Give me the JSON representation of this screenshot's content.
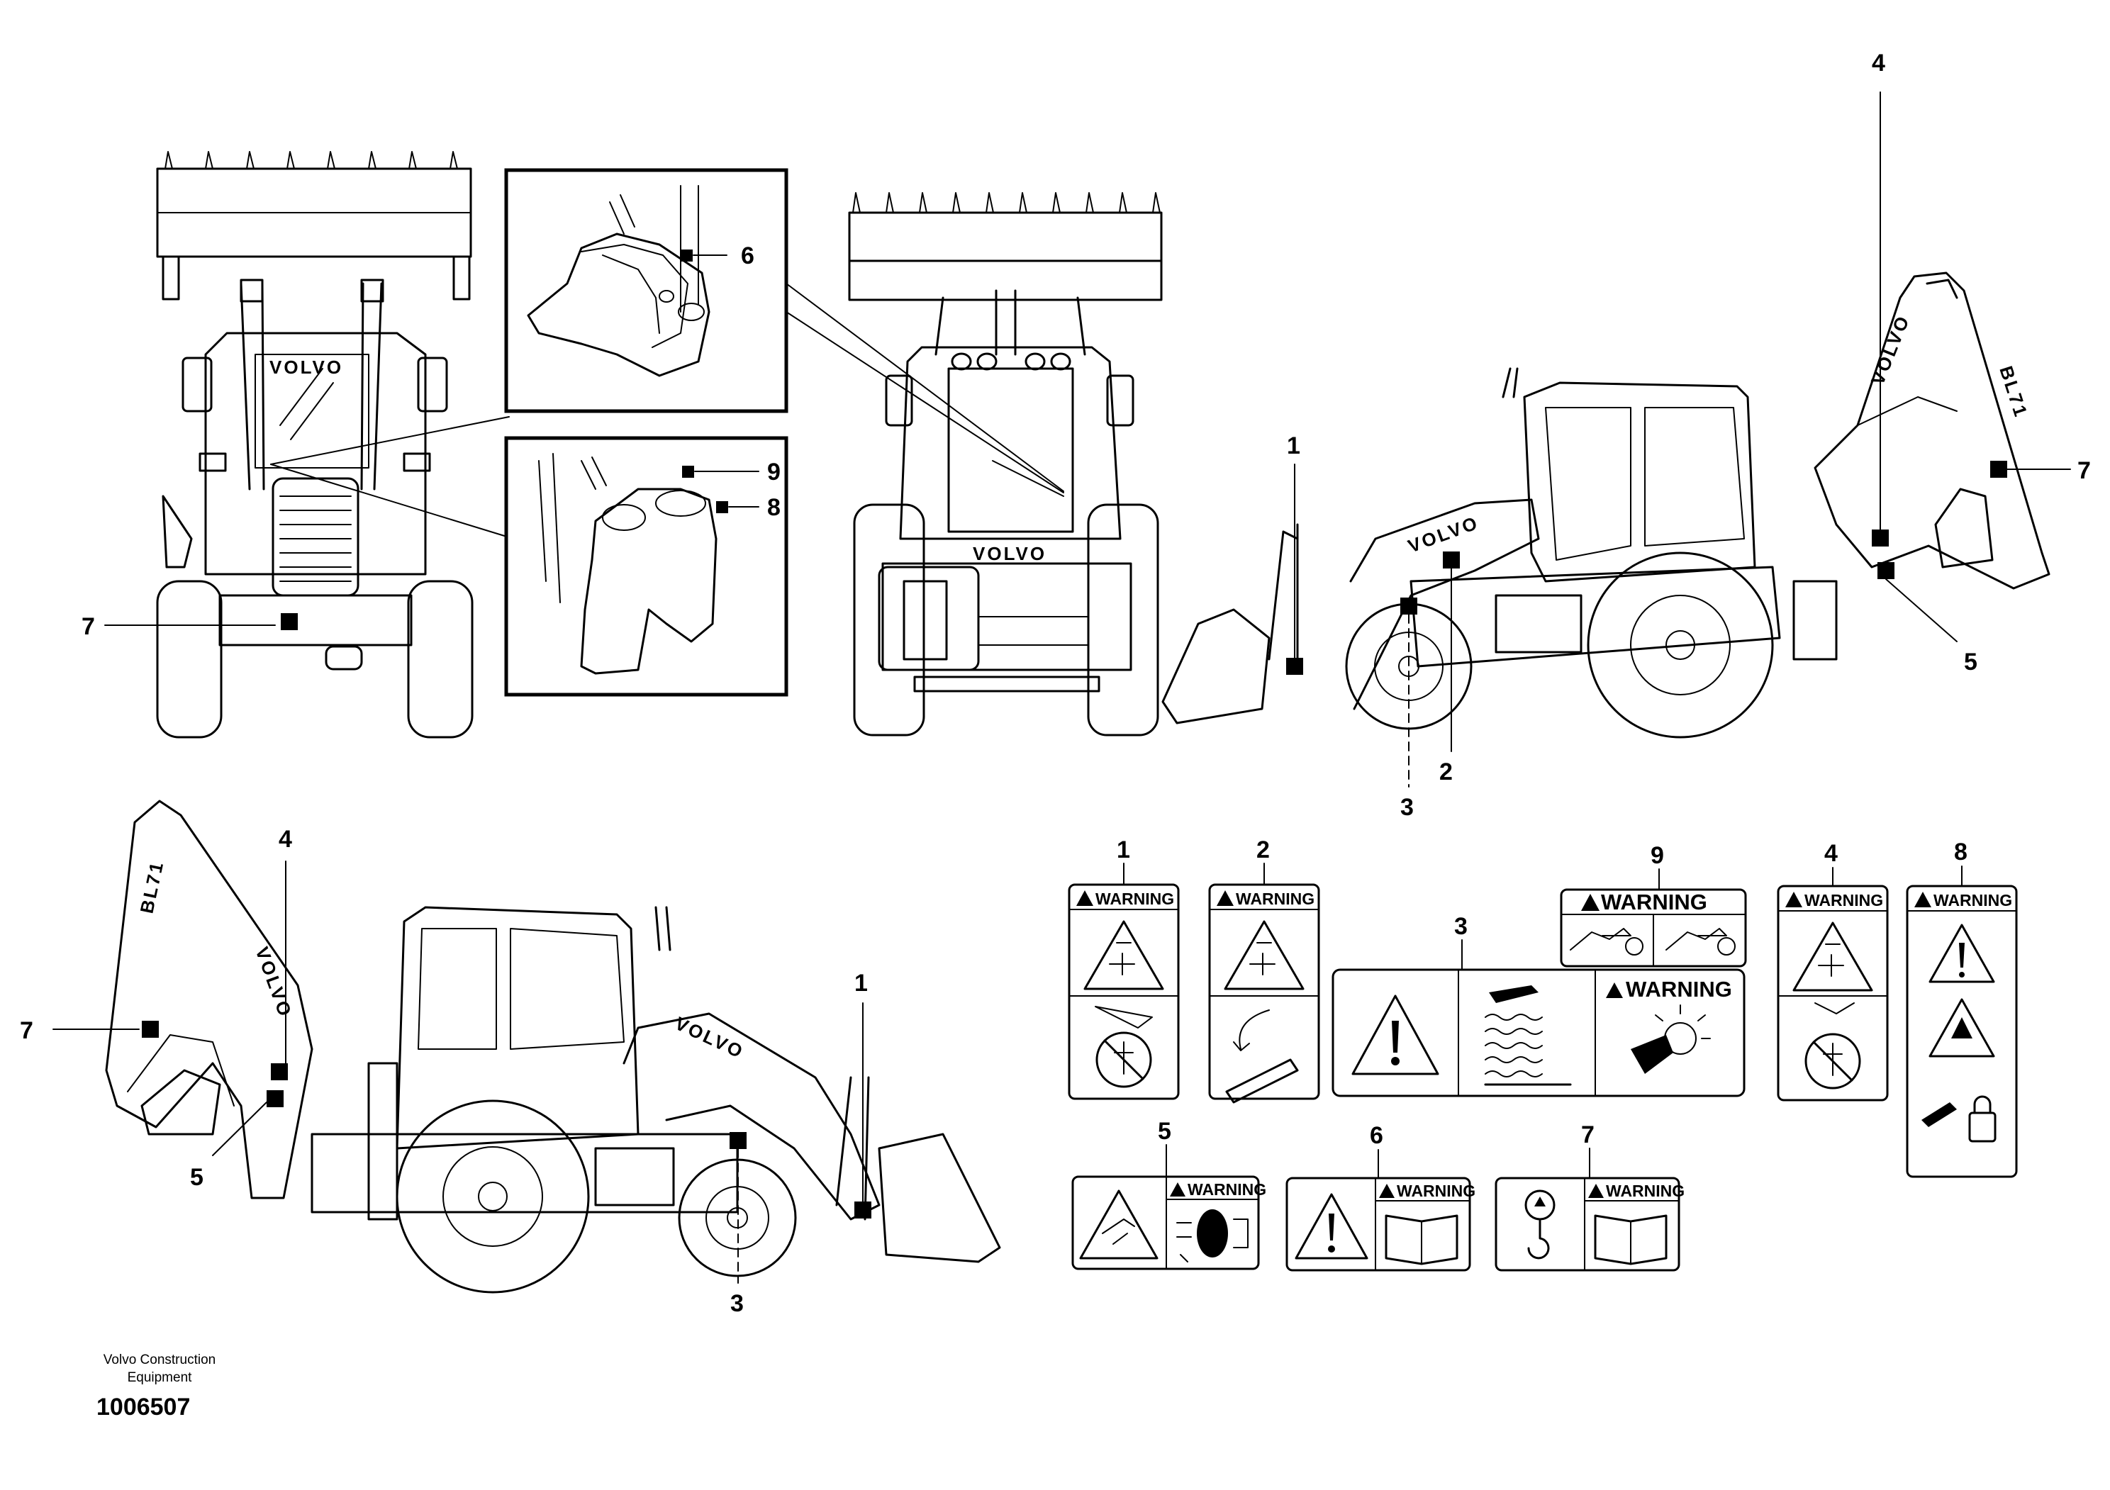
{
  "views": {
    "front": {
      "brand": "VOLVO",
      "callouts": [
        "7"
      ]
    },
    "inset_top": {
      "callouts": [
        "6"
      ]
    },
    "inset_bottom": {
      "callouts": [
        "9",
        "8"
      ]
    },
    "rear": {
      "brand": "VOLVO"
    },
    "side_right": {
      "brand": "VOLVO",
      "boom_label": "BL71",
      "callouts": [
        "1",
        "2",
        "3",
        "4",
        "5",
        "7"
      ]
    },
    "side_left": {
      "brand": "VOLVO",
      "boom_label": "BL71",
      "callouts": [
        "1",
        "3",
        "4",
        "5",
        "7"
      ]
    }
  },
  "decals": [
    {
      "number": "1",
      "header": "WARNING",
      "icons": [
        "crush-hazard-icon",
        "no-person-under-boom-icon"
      ]
    },
    {
      "number": "2",
      "header": "WARNING",
      "icons": [
        "crush-hazard-icon",
        "lock-boom-arrow-icon"
      ]
    },
    {
      "number": "3",
      "header": "WARNING",
      "icons": [
        "caution-exclamation-icon",
        "hot-surface-hand-icon",
        "battery-explosion-icon"
      ]
    },
    {
      "number": "4",
      "header": "WARNING",
      "icons": [
        "crush-hazard-icon",
        "no-person-under-bucket-icon"
      ]
    },
    {
      "number": "5",
      "header": "WARNING",
      "icons": [
        "entanglement-hazard-icon",
        "quick-coupler-icon"
      ]
    },
    {
      "number": "6",
      "header": "WARNING",
      "icons": [
        "caution-exclamation-icon",
        "read-manual-book-icon"
      ]
    },
    {
      "number": "7",
      "header": "WARNING",
      "icons": [
        "lifting-hook-icon",
        "read-manual-book-icon"
      ]
    },
    {
      "number": "8",
      "header": "WARNING",
      "icons": [
        "caution-exclamation-icon",
        "crush-triangle-icon",
        "lock-bucket-icon"
      ]
    },
    {
      "number": "9",
      "header": "WARNING",
      "icons": [
        "backhoe-pattern-iso-icon",
        "backhoe-pattern-sae-icon"
      ]
    }
  ],
  "footer": {
    "company": "Volvo Construction\nEquipment",
    "company_line1": "Volvo Construction",
    "company_line2": "Equipment",
    "drawing_number": "1006507"
  },
  "colors": {
    "ink": "#000000",
    "paper": "#ffffff"
  }
}
